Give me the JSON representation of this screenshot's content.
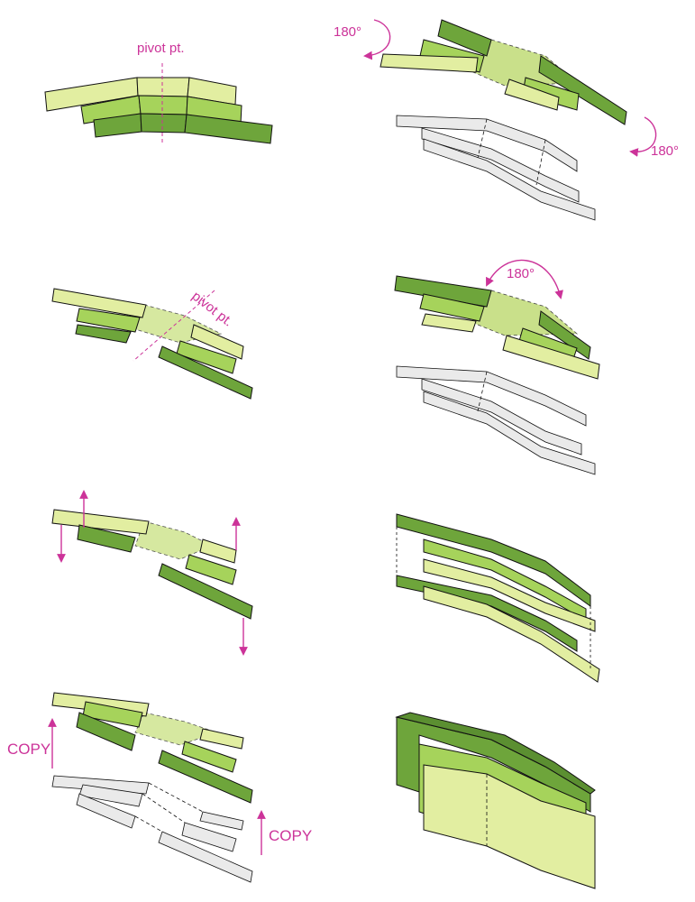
{
  "labels": {
    "pivot_1": "pivot pt.",
    "pivot_2": "pivot pt.",
    "rot_a": "180°",
    "rot_b": "180°",
    "rot_c": "180°",
    "copy_1": "COPY",
    "copy_2": "COPY"
  },
  "colors": {
    "light": "#e2eea1",
    "mid": "#a6d35b",
    "dark": "#6ea53b",
    "gray": "#eaeaea",
    "accent": "#cc3399",
    "stroke": "#111111"
  }
}
